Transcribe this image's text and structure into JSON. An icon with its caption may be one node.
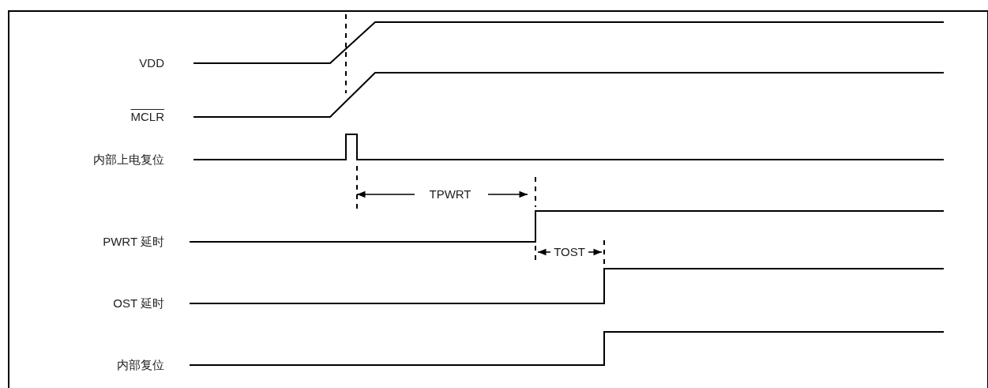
{
  "diagram": {
    "labels": [
      "VDD",
      "MCLR",
      "内部上电复位",
      "TPWRT",
      "PWRT 延时",
      "TOST",
      "OST 延时",
      "内部复位"
    ]
  }
}
